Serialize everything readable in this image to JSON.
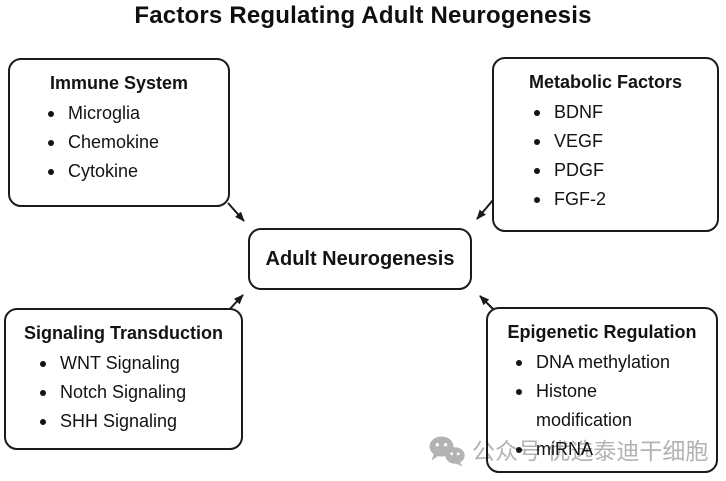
{
  "page": {
    "title": "Factors Regulating Adult Neurogenesis"
  },
  "center_node": {
    "label": "Adult Neurogenesis"
  },
  "factor_boxes": [
    {
      "title": "Immune System",
      "items": [
        "Microglia",
        "Chemokine",
        "Cytokine"
      ]
    },
    {
      "title": "Metabolic Factors",
      "items": [
        "BDNF",
        "VEGF",
        "PDGF",
        "FGF-2"
      ]
    },
    {
      "title": "Signaling Transduction",
      "items": [
        "WNT Signaling",
        "Notch Signaling",
        "SHH Signaling"
      ]
    },
    {
      "title": "Epigenetic Regulation",
      "items": [
        "DNA methylation",
        "Histone modification",
        "miRNA"
      ]
    }
  ],
  "connections": [
    {
      "from": "Immune System",
      "to": "Adult Neurogenesis"
    },
    {
      "from": "Metabolic Factors",
      "to": "Adult Neurogenesis"
    },
    {
      "from": "Signaling Transduction",
      "to": "Adult Neurogenesis"
    },
    {
      "from": "Epigenetic Regulation",
      "to": "Adult Neurogenesis"
    }
  ],
  "watermark": {
    "icon": "wechat-icon",
    "text": "公众号 优选泰迪干细胞",
    "color": "#b3b3b3"
  },
  "colors": {
    "background": "#ffffff",
    "border": "#1b1b1b",
    "text": "#131313",
    "watermark": "#b3b3b3"
  }
}
